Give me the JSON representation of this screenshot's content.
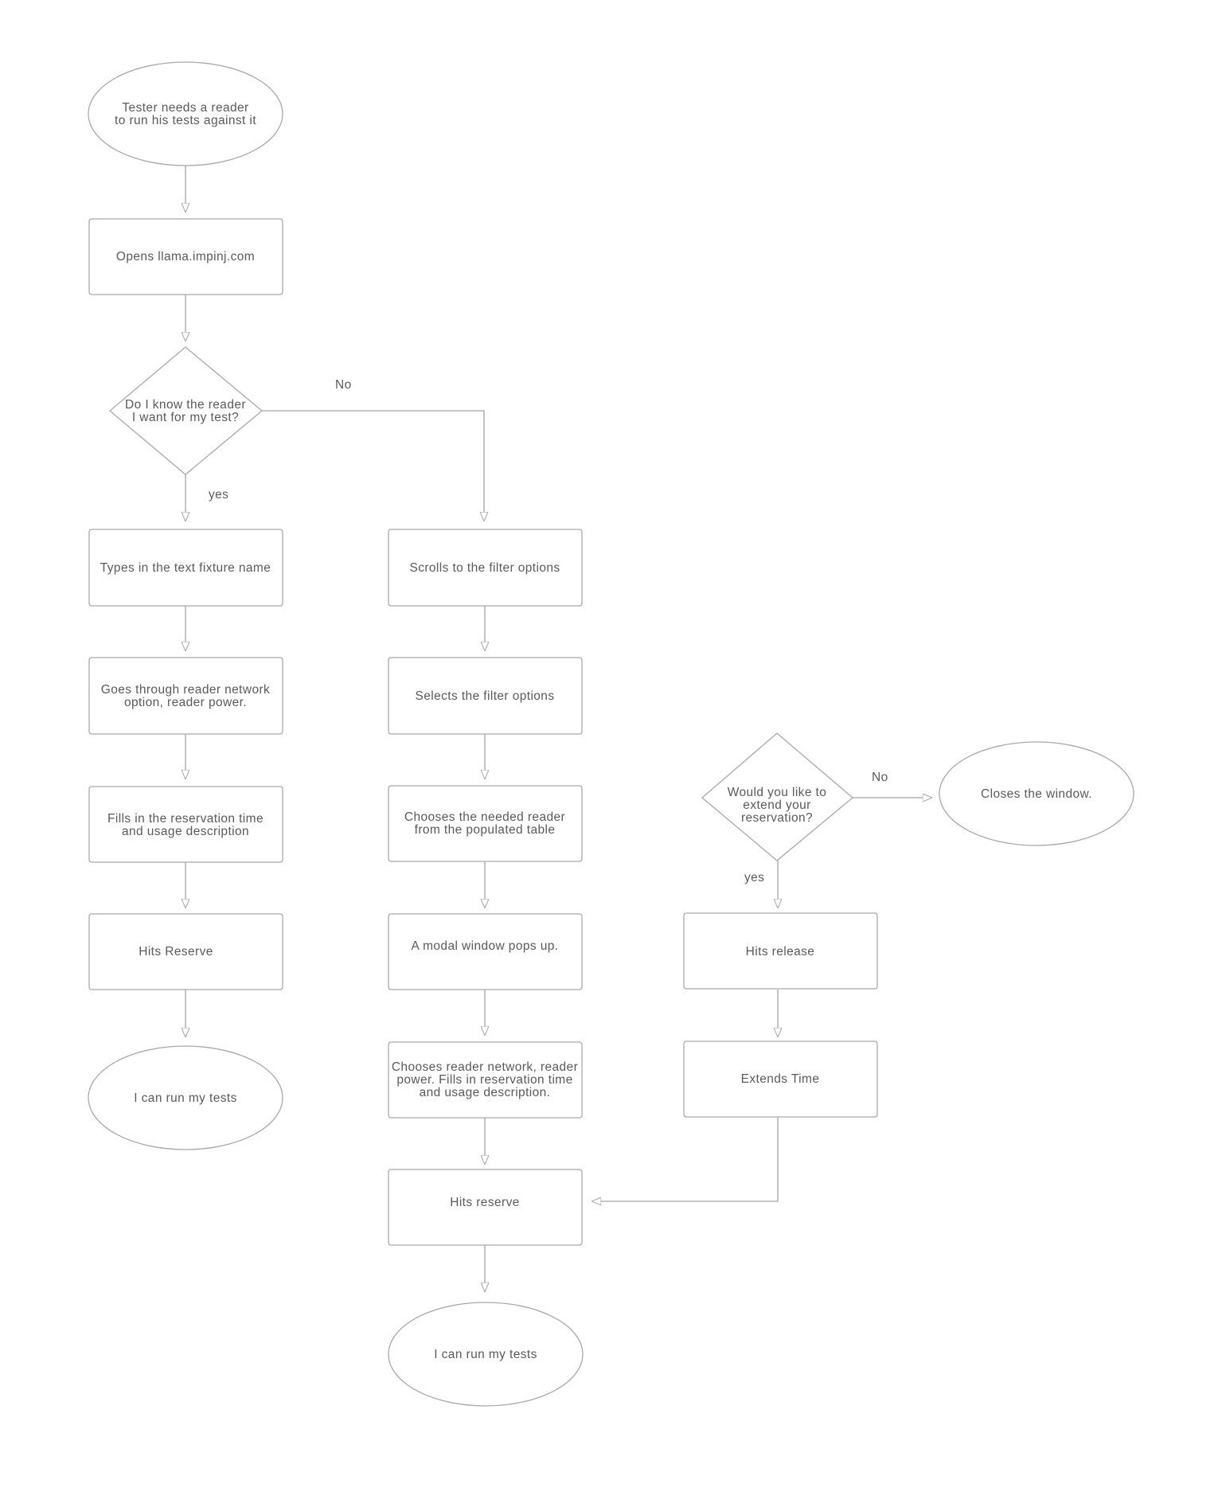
{
  "diagram": {
    "nodes": {
      "start": [
        "Tester needs a reader",
        "to run his tests against it"
      ],
      "opens": [
        "Opens llama.impinj.com"
      ],
      "know_reader": [
        "Do I know the reader",
        "I want for my test?"
      ],
      "types_name": [
        "Types in the text fixture name"
      ],
      "goes_through": [
        "Goes through reader network",
        "option, reader power."
      ],
      "fills_in": [
        "Fills in the reservation time",
        "and usage description"
      ],
      "hits_reserve_left": [
        "Hits Reserve"
      ],
      "run_tests_left": [
        "I can run my tests"
      ],
      "scrolls": [
        "Scrolls to the filter options"
      ],
      "selects": [
        "Selects the filter options"
      ],
      "chooses_reader": [
        "Chooses the needed reader",
        "from the populated table"
      ],
      "modal": [
        "A modal window pops up."
      ],
      "chooses_network": [
        "Chooses reader network, reader",
        "power. Fills in reservation time",
        "and usage description."
      ],
      "hits_reserve_mid": [
        "Hits reserve"
      ],
      "run_tests_mid": [
        "I can run my tests"
      ],
      "extend": [
        "Would you like to",
        "extend your",
        "reservation?"
      ],
      "closes": [
        "Closes the window."
      ],
      "hits_release": [
        "Hits release"
      ],
      "extends_time": [
        "Extends Time"
      ]
    },
    "edge_labels": {
      "know_no": "No",
      "know_yes": "yes",
      "extend_no": "No",
      "extend_yes": "yes"
    },
    "colors": {
      "stroke": "#a9a9a9",
      "text": "#5a5a5a",
      "background": "#ffffff"
    }
  }
}
